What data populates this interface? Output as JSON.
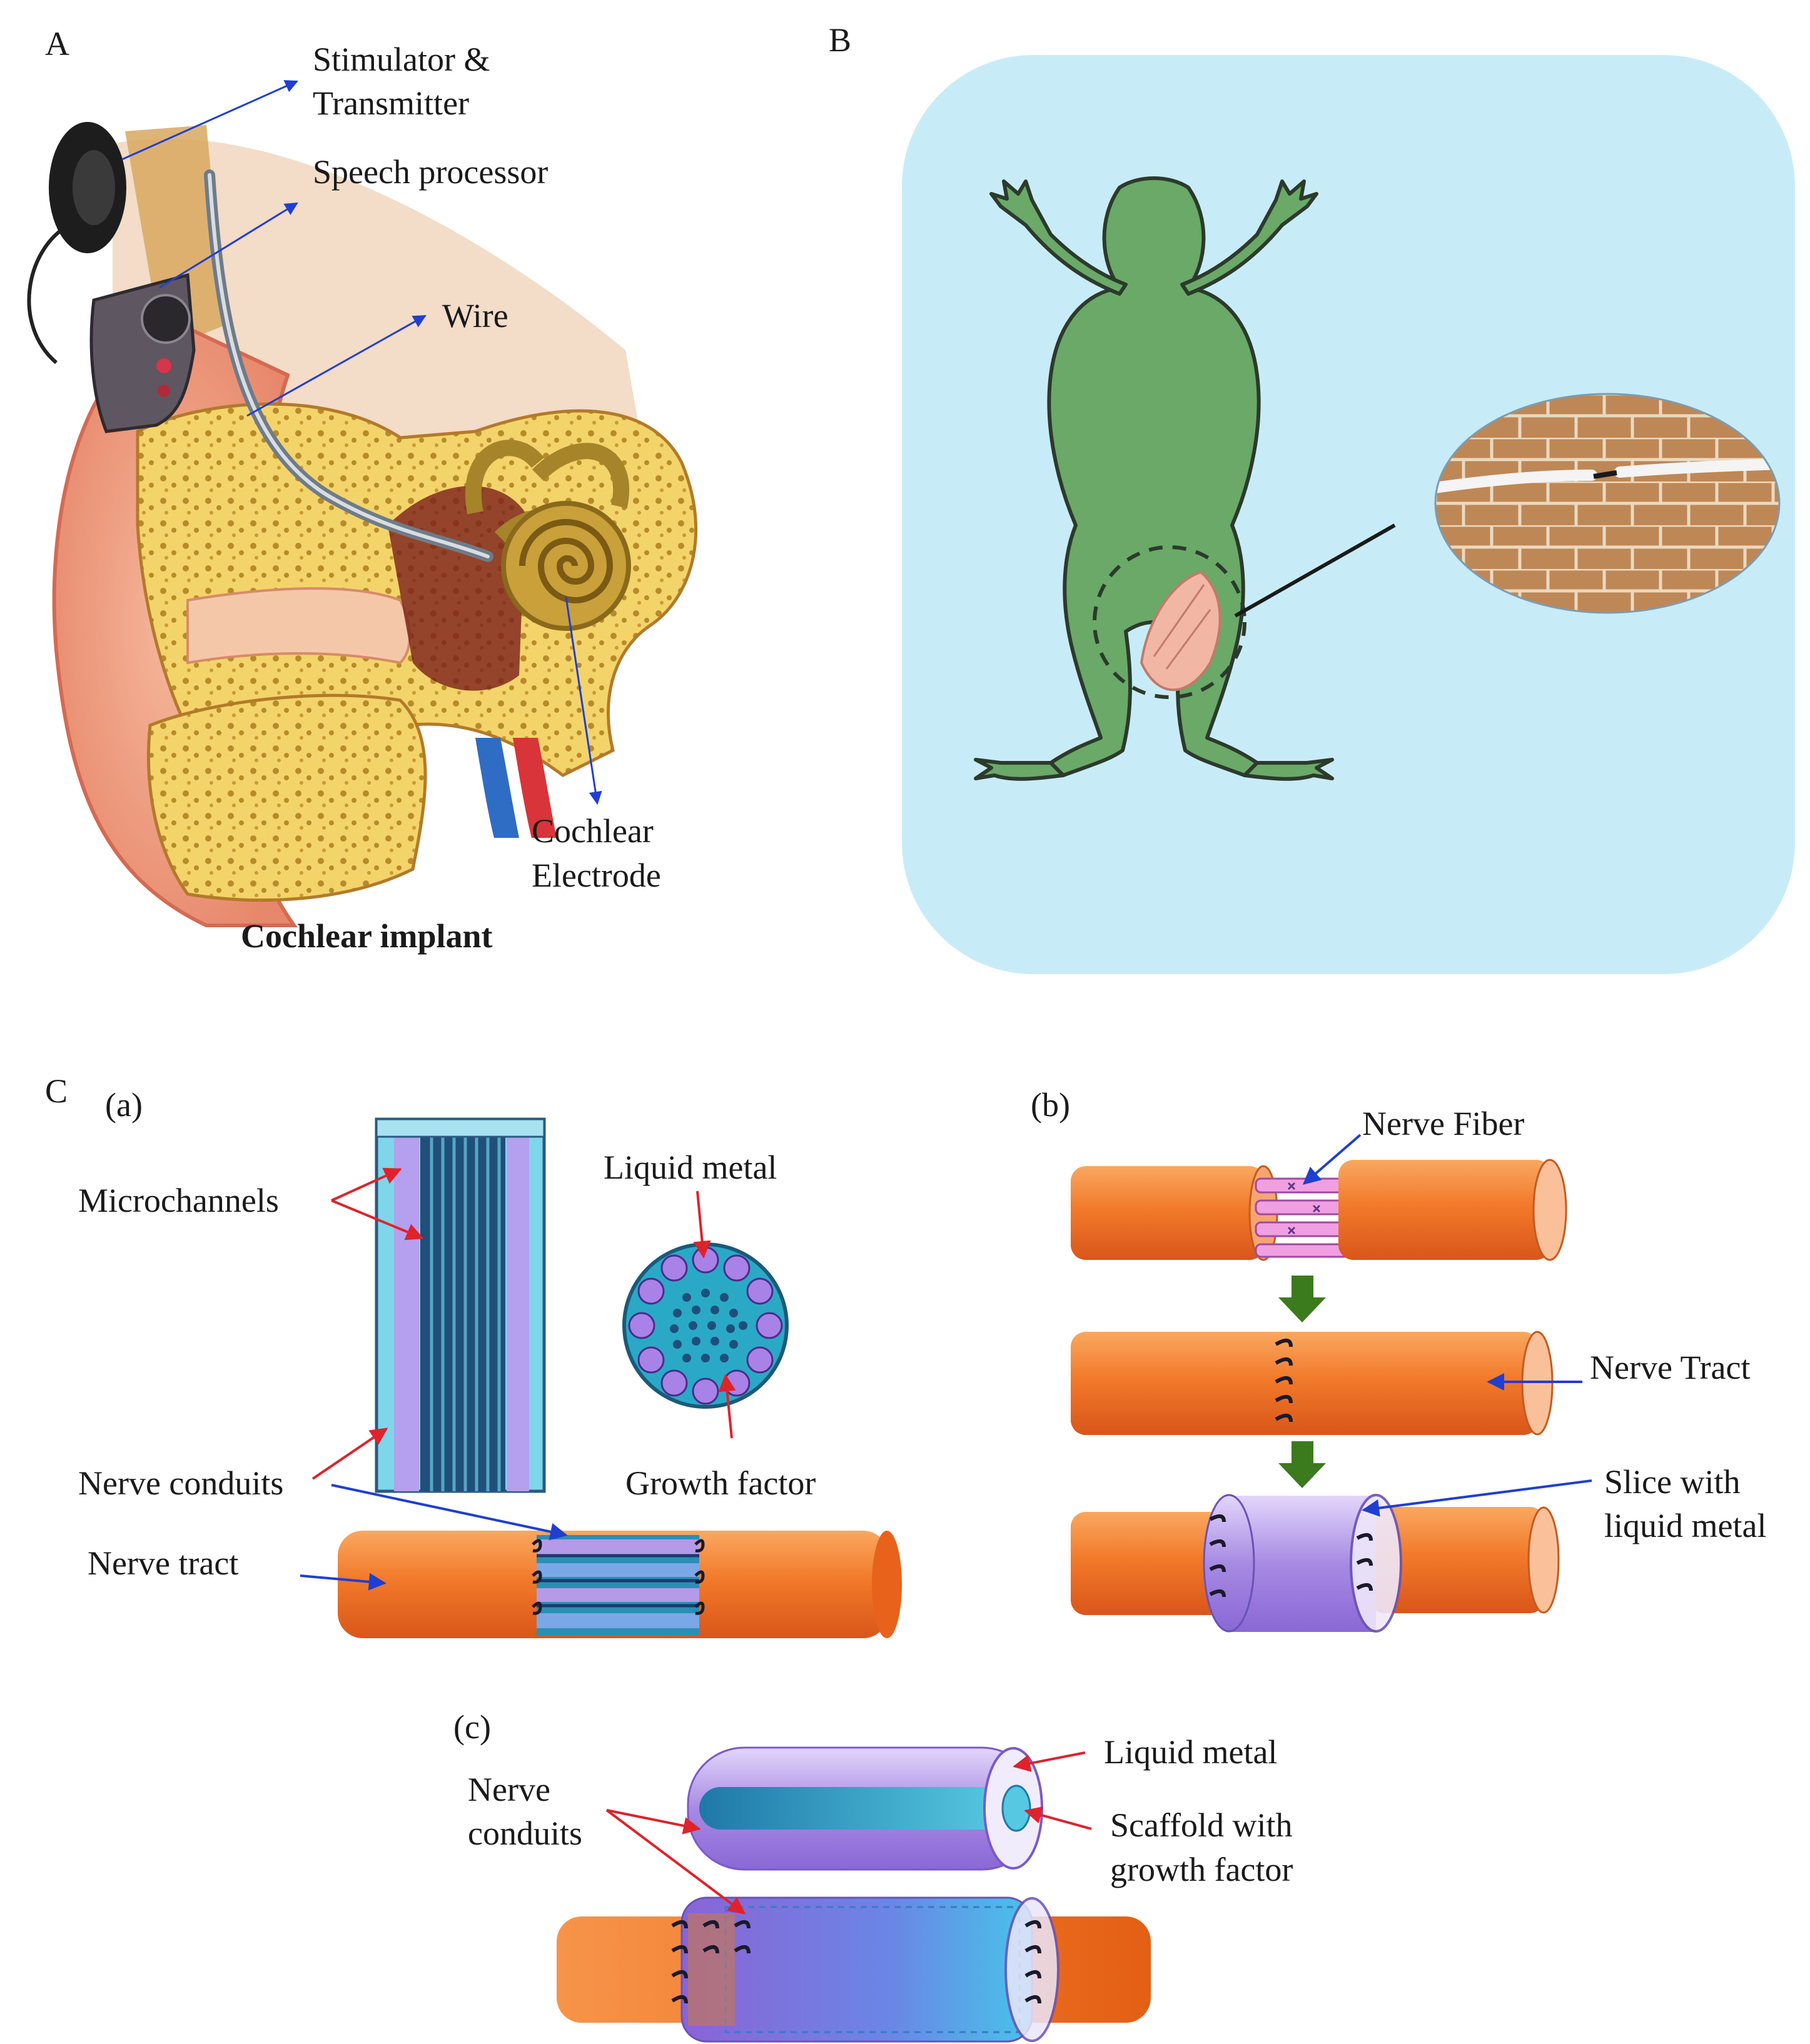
{
  "panel_a": {
    "letter": "A",
    "labels": {
      "stimulator_line1": "Stimulator &",
      "stimulator_line2": "Transmitter",
      "speech_processor": "Speech processor",
      "wire": "Wire",
      "electrode_line1": "Cochlear",
      "electrode_line2": "Electrode"
    },
    "caption": "Cochlear  implant"
  },
  "panel_b": {
    "letter": "B"
  },
  "panel_c": {
    "letter": "C",
    "a": {
      "tag": "(a)",
      "microchannels": "Microchannels",
      "liquid_metal": "Liquid metal",
      "nerve_conduits": "Nerve conduits",
      "growth_factor": "Growth factor",
      "nerve_tract": "Nerve tract"
    },
    "b": {
      "tag": "(b)",
      "nerve_fiber": "Nerve Fiber",
      "nerve_tract": "Nerve Tract",
      "slice_line1": "Slice with",
      "slice_line2": "liquid metal"
    },
    "c": {
      "tag": "(c)",
      "conduits_line1": "Nerve",
      "conduits_line2": "conduits",
      "liquid_metal": "Liquid metal",
      "scaffold_line1": "Scaffold with",
      "scaffold_line2": "growth factor"
    }
  },
  "colors": {
    "blue_arrow": "#1f3fd1",
    "red_arrow": "#e0222b",
    "panel_b_bg": "#c8ecf7",
    "frog": "#6aa968",
    "nerve_orange": "#f27a2a",
    "conduit_purple": "#9d7ae0",
    "conduit_teal": "#2e8fb0",
    "down_arrow_green": "#3c7a1e"
  }
}
